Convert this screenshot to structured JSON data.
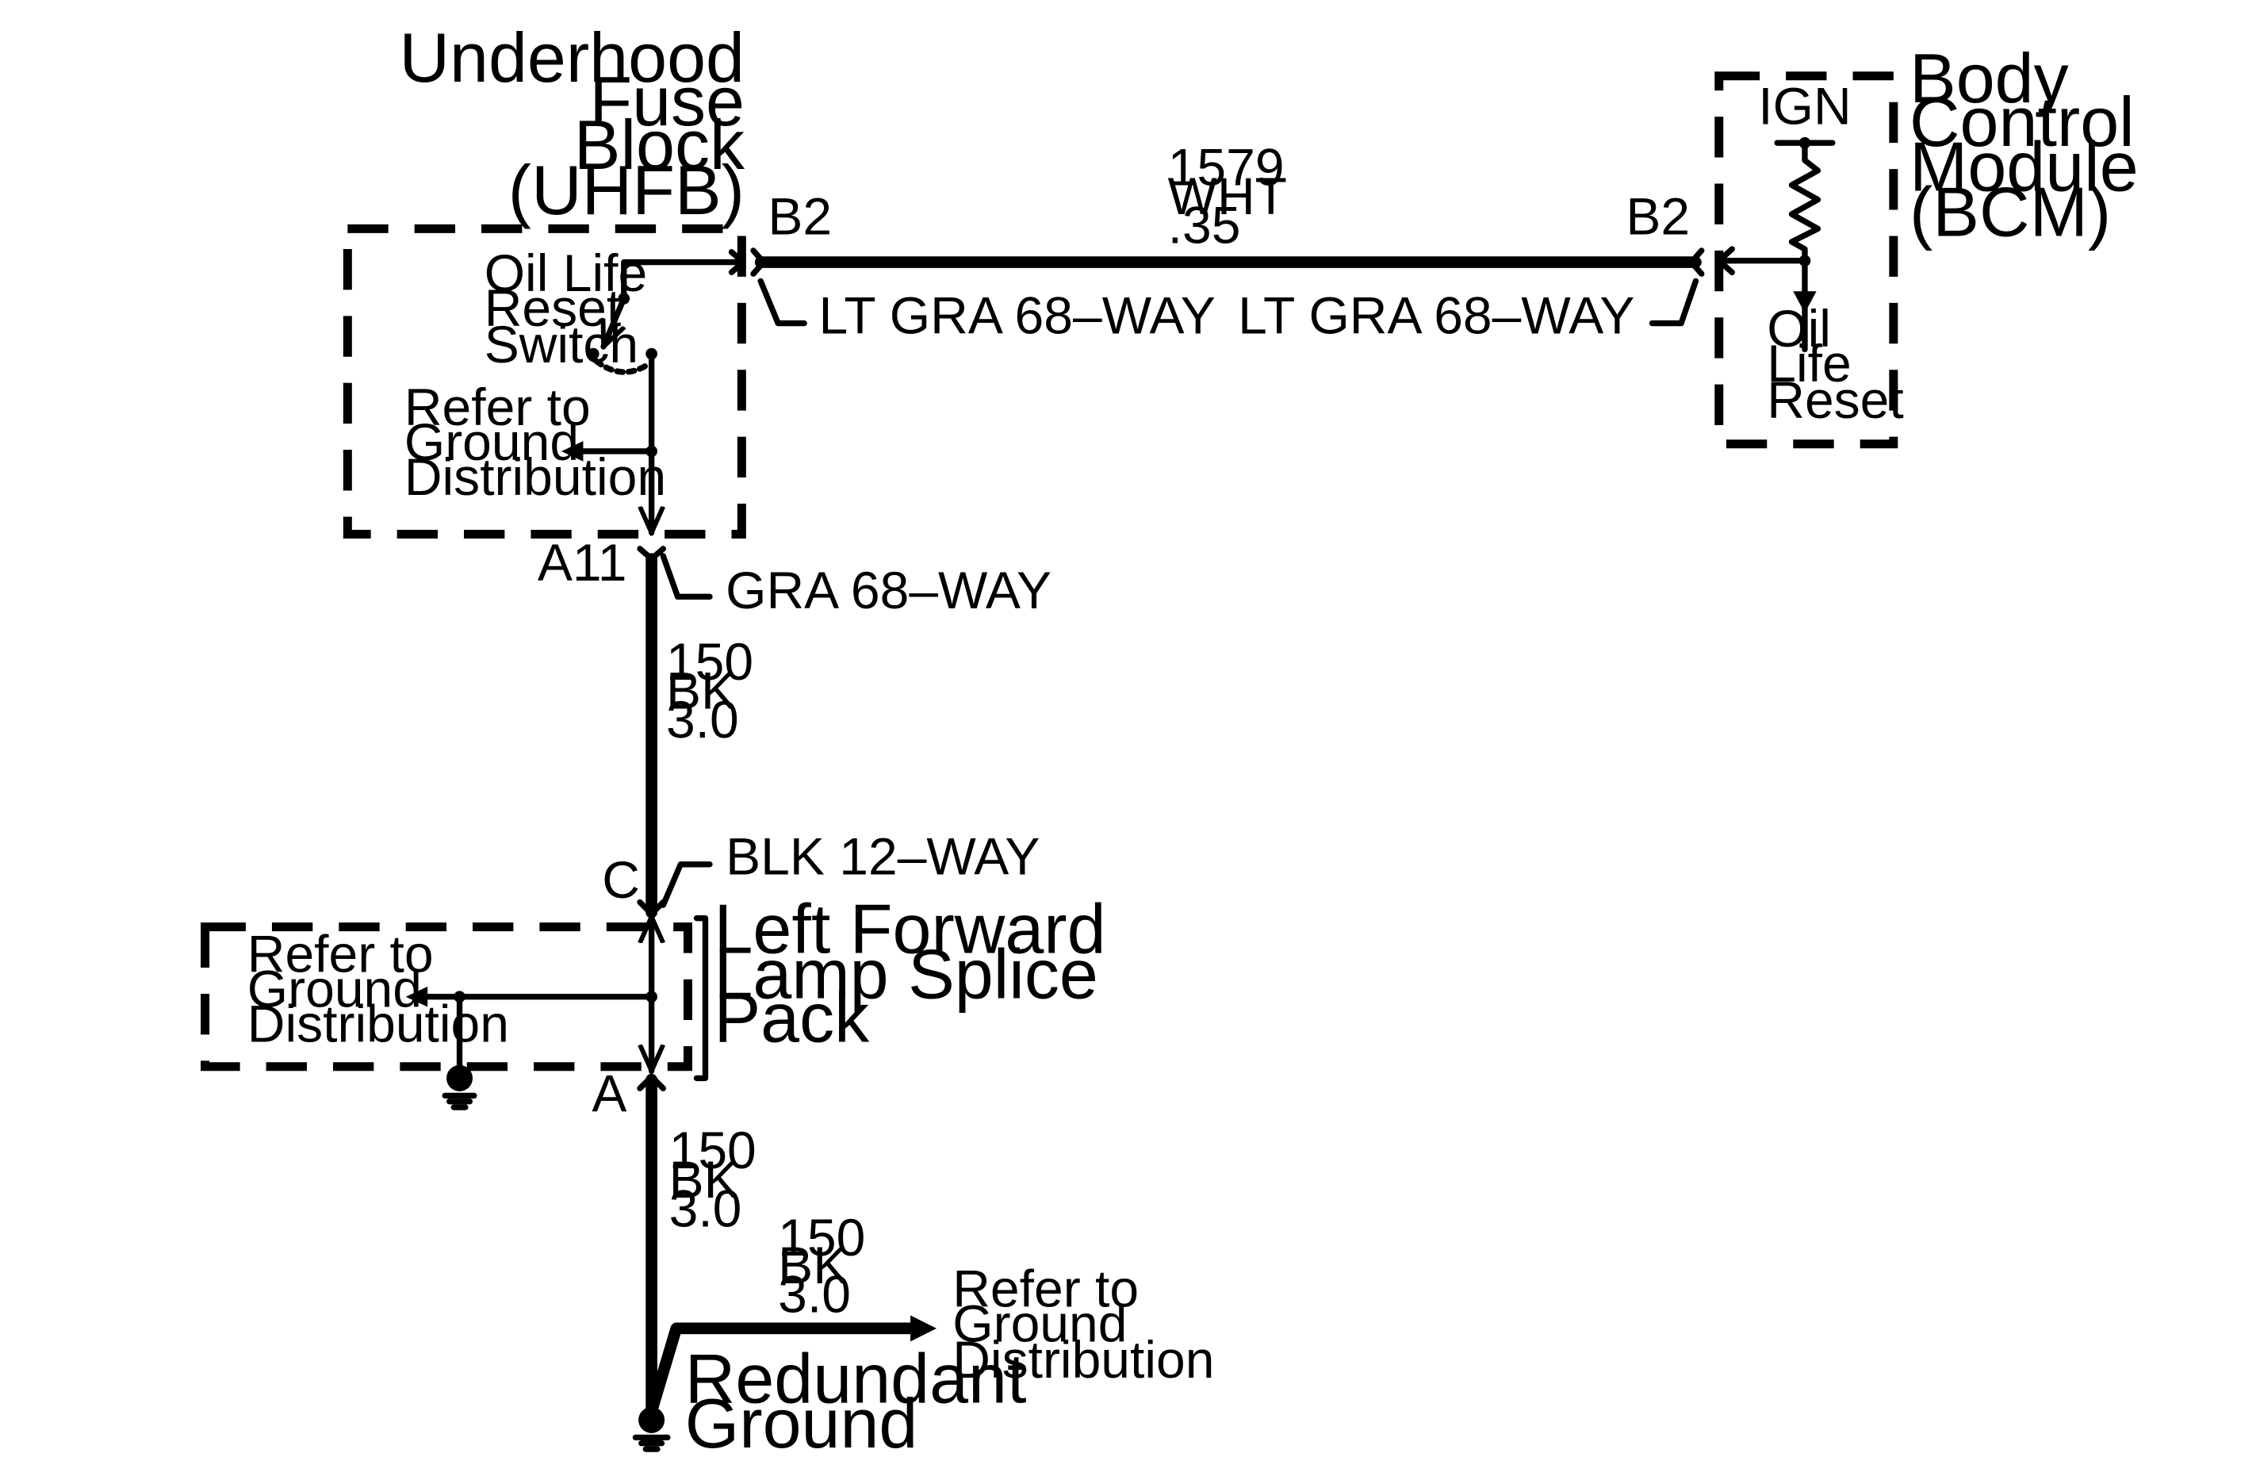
{
  "uhfb": {
    "title_lines": [
      "Underhood",
      "Fuse",
      "Block",
      "(UHFB)"
    ],
    "switch_lines": [
      "Oil Life",
      "Reset",
      "Switch"
    ],
    "ground_ref_lines": [
      "Refer to",
      "Ground",
      "Distribution"
    ]
  },
  "bcm": {
    "title_lines": [
      "Body",
      "Control",
      "Module",
      "(BCM)"
    ],
    "ign_label": "IGN",
    "signal_lines": [
      "Oil",
      "Life",
      "Reset"
    ]
  },
  "top_wire": {
    "circuit_lines": [
      "1579",
      "WHT",
      ".35"
    ],
    "left_pin": "B2",
    "right_pin": "B2",
    "left_connector": "LT GRA 68–WAY",
    "right_connector": "LT GRA 68–WAY"
  },
  "a11_connector": {
    "pin": "A11",
    "connector": "GRA 68–WAY"
  },
  "mid_wire": {
    "circuit_lines": [
      "150",
      "BK",
      "3.0"
    ]
  },
  "c_connector": {
    "pin": "C",
    "connector": "BLK 12–WAY"
  },
  "splice_pack": {
    "title_lines": [
      "Left Forward",
      "Lamp Splice",
      "Pack"
    ],
    "ground_ref_lines": [
      "Refer to",
      "Ground",
      "Distribution"
    ],
    "bottom_pin": "A"
  },
  "low_wire": {
    "circuit_lines": [
      "150",
      "BK",
      "3.0"
    ]
  },
  "branch_wire": {
    "circuit_lines": [
      "150",
      "BK",
      "3.0"
    ],
    "ground_ref_lines": [
      "Refer to",
      "Ground",
      "Distribution"
    ]
  },
  "redundant_ground": {
    "title_lines": [
      "Redundant",
      "Ground"
    ]
  }
}
